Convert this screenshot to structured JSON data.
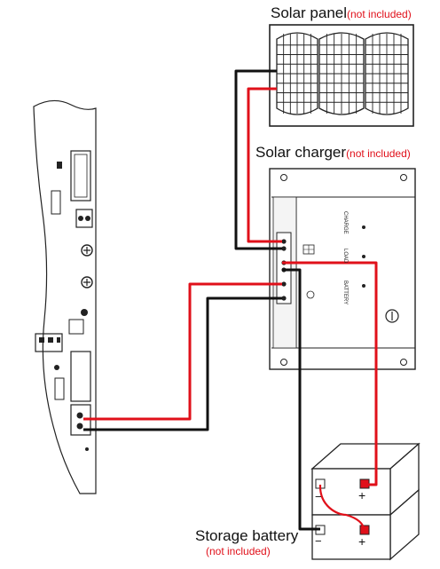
{
  "labels": {
    "solar_panel": "Solar panel",
    "solar_panel_note": "(not included)",
    "solar_charger": "Solar charger",
    "solar_charger_note": "(not included)",
    "storage_battery": "Storage battery",
    "storage_battery_note": "(not included)"
  },
  "charger_labels": {
    "charge": "CHARGE",
    "load": "LOAD",
    "battery": "BATTERY"
  },
  "battery_terminals": {
    "plus": "+",
    "minus": "−"
  },
  "colors": {
    "wire_positive": "#e0101a",
    "wire_negative": "#111111",
    "outline": "#222222"
  }
}
